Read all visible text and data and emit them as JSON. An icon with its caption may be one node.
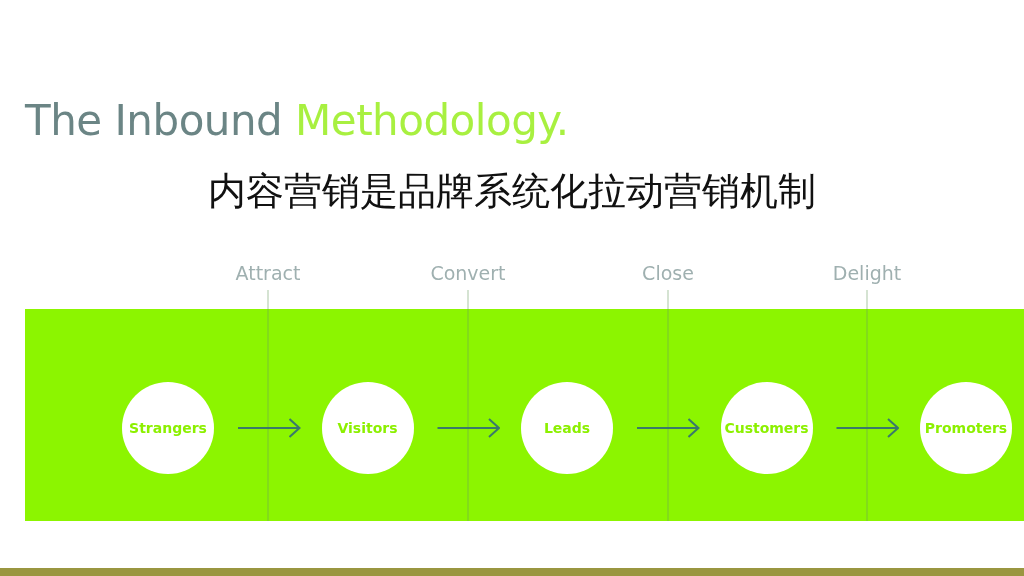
{
  "diagram": {
    "title": "The Inbound Methodology.",
    "nodes": [
      {
        "text": [
          "Strangers"
        ]
      },
      {
        "text": [
          "Visitors"
        ]
      },
      {
        "text": [
          "Leads"
        ]
      },
      {
        "text": [
          "Customers"
        ]
      },
      {
        "text": [
          "Promoters"
        ]
      }
    ],
    "edges": [
      {
        "from": 0,
        "to": 1,
        "arrow": "to"
      },
      {
        "from": 1,
        "to": 2,
        "arrow": "to"
      },
      {
        "from": 2,
        "to": 3,
        "arrow": "to"
      },
      {
        "from": 3,
        "to": 4,
        "arrow": "to"
      }
    ],
    "labels": [
      "内容营销是品牌系统化拉动营销机制",
      "Attract",
      "Convert",
      "Close",
      "Delight"
    ]
  }
}
